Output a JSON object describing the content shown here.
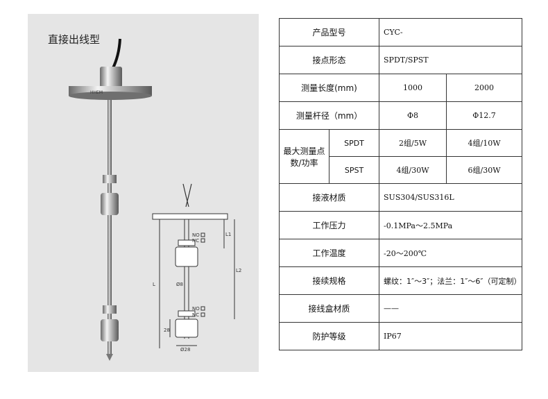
{
  "photo": {
    "caption": "直接出线型",
    "flange_text": "HHEM",
    "diagram_labels": {
      "no1": "NO",
      "nc1": "NC",
      "no2": "NO",
      "nc2": "NC",
      "l1": "L1",
      "l2": "L2",
      "l": "L",
      "d8": "Ø8",
      "d28": "Ø28",
      "h28": "28"
    }
  },
  "table": {
    "model": {
      "label": "产品型号",
      "value": "CYC-"
    },
    "contact": {
      "label": "接点形态",
      "value": "SPDT/SPST"
    },
    "length": {
      "label": "测量长度(mm)",
      "v1": "1000",
      "v2": "2000"
    },
    "diameter": {
      "label": "测量杆径（mm）",
      "v1": "Φ8",
      "v2": "Φ12.7"
    },
    "max": {
      "label": "最大测量点数/功率",
      "spdt": {
        "label": "SPDT",
        "v1": "2组/5W",
        "v2": "4组/10W"
      },
      "spst": {
        "label": "SPST",
        "v1": "4组/30W",
        "v2": "6组/30W"
      }
    },
    "material": {
      "label": "接液材质",
      "value": "SUS304/SUS316L"
    },
    "pressure": {
      "label": "工作压力",
      "value": "-0.1MPa～2.5MPa"
    },
    "temperature": {
      "label": "工作温度",
      "value": "-20～200℃"
    },
    "connection": {
      "label": "接续规格",
      "value": "螺纹：1″～3″；法兰：1″～6″（可定制）"
    },
    "box_material": {
      "label": "接线盒材质",
      "value": "——"
    },
    "protection": {
      "label": "防护等级",
      "value": "IP67"
    }
  }
}
